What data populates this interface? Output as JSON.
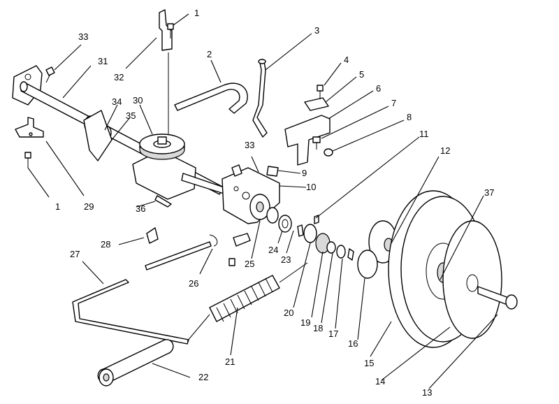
{
  "callouts": [
    {
      "id": "c1a",
      "text": "1"
    },
    {
      "id": "c1b",
      "text": "1"
    },
    {
      "id": "c2",
      "text": "2"
    },
    {
      "id": "c3",
      "text": "3"
    },
    {
      "id": "c4",
      "text": "4"
    },
    {
      "id": "c5",
      "text": "5"
    },
    {
      "id": "c6",
      "text": "6"
    },
    {
      "id": "c7",
      "text": "7"
    },
    {
      "id": "c8",
      "text": "8"
    },
    {
      "id": "c9",
      "text": "9"
    },
    {
      "id": "c10",
      "text": "10"
    },
    {
      "id": "c11",
      "text": "11"
    },
    {
      "id": "c12",
      "text": "12"
    },
    {
      "id": "c13",
      "text": "13"
    },
    {
      "id": "c14",
      "text": "14"
    },
    {
      "id": "c15",
      "text": "15"
    },
    {
      "id": "c16",
      "text": "16"
    },
    {
      "id": "c17",
      "text": "17"
    },
    {
      "id": "c18",
      "text": "18"
    },
    {
      "id": "c19",
      "text": "19"
    },
    {
      "id": "c20",
      "text": "20"
    },
    {
      "id": "c21",
      "text": "21"
    },
    {
      "id": "c22",
      "text": "22"
    },
    {
      "id": "c23",
      "text": "23"
    },
    {
      "id": "c24",
      "text": "24"
    },
    {
      "id": "c25",
      "text": "25"
    },
    {
      "id": "c26",
      "text": "26"
    },
    {
      "id": "c27",
      "text": "27"
    },
    {
      "id": "c28",
      "text": "28"
    },
    {
      "id": "c29",
      "text": "29"
    },
    {
      "id": "c30",
      "text": "30"
    },
    {
      "id": "c31",
      "text": "31"
    },
    {
      "id": "c32",
      "text": "32"
    },
    {
      "id": "c33a",
      "text": "33"
    },
    {
      "id": "c33b",
      "text": "33"
    },
    {
      "id": "c34",
      "text": "34"
    },
    {
      "id": "c35",
      "text": "35"
    },
    {
      "id": "c36",
      "text": "36"
    },
    {
      "id": "c37",
      "text": "37"
    }
  ]
}
